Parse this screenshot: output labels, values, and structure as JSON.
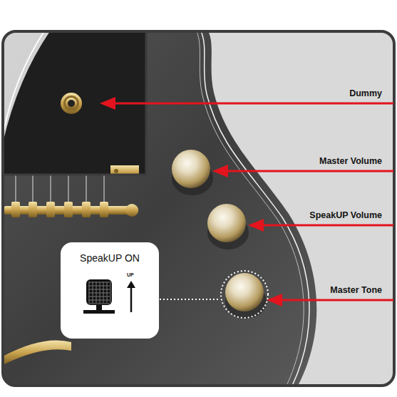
{
  "diagram": {
    "nodes": [
      {
        "text": [
          "SpeakUP ON",
          "UP"
        ]
      }
    ],
    "labels": [
      "Dummy",
      "Master Volume",
      "SpeakUP Volume",
      "Master Tone"
    ]
  }
}
